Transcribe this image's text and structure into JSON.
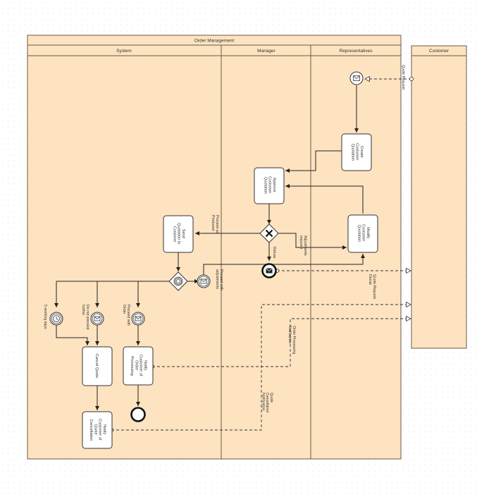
{
  "pool": {
    "title": "Order Management"
  },
  "lanes": {
    "system": "System",
    "manager": "Manager",
    "representatives": "Representatives"
  },
  "customer_pool": {
    "title": "Customer"
  },
  "tasks": {
    "create_quotation": [
      "Create",
      "Customer",
      "Quotation"
    ],
    "approve_quotation": [
      "Approve",
      "Customer",
      "Quotation"
    ],
    "modify_quotation": [
      "Modify",
      "Customer",
      "Quotation"
    ],
    "send_quotation": [
      "Send",
      "Quotation to",
      "Custome"
    ],
    "cancel_quote": [
      "Cancel Quote"
    ],
    "notify_processing": [
      "Notify",
      "Customer of",
      "Order",
      "Processing"
    ],
    "notify_cancellation": [
      "Notify",
      "Customer of",
      "Quote",
      "Cancellation"
    ]
  },
  "labels": {
    "quote_request": "Quote Request",
    "proceed_as_produced": [
      "Proceed as",
      "Produced"
    ],
    "adjustments_required": [
      "Adjustments",
      "required"
    ],
    "refuse": "Refuse",
    "proceed_with_adjustments": [
      "Proceed with",
      "adjustments"
    ],
    "quote_request_denial": [
      "Quote Request",
      "Denial"
    ],
    "five_working_days": "5 working days",
    "do_not_proceed": [
      "Do not proceed",
      "further"
    ],
    "proceed_with_order": [
      "Proceed with",
      "Order"
    ],
    "order_processing_notification": [
      "Order Processing",
      "Notification"
    ],
    "quote_cancellation_notification": [
      "Quote",
      "Cancellation",
      "Notification"
    ]
  },
  "colors": {
    "lane_fill": "#fde3c0",
    "border": "#6b5a48",
    "task_fill": "#ffffff",
    "line": "#222222"
  },
  "icons": [
    "message-catch-icon",
    "message-throw-icon",
    "timer-icon",
    "exclusive-gateway-icon",
    "event-based-gateway-icon",
    "end-event-icon",
    "message-start-icon"
  ]
}
